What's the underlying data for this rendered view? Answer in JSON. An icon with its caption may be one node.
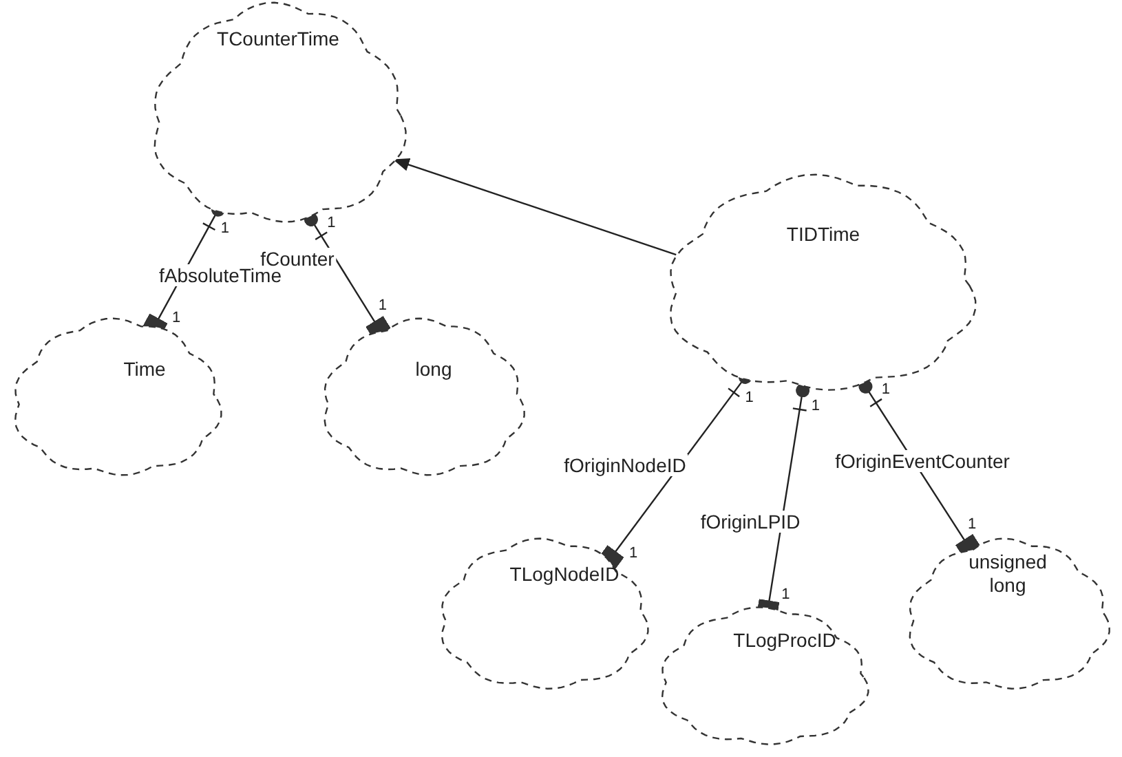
{
  "diagram": {
    "nodes": [
      {
        "text": [
          "TCounterTime"
        ]
      },
      {
        "text": [
          "Time"
        ]
      },
      {
        "text": [
          "long"
        ]
      },
      {
        "text": [
          "TIDTime"
        ]
      },
      {
        "text": [
          "TLogNodeID"
        ]
      },
      {
        "text": [
          "TLogProcID"
        ]
      },
      {
        "text": [
          "unsigned long"
        ]
      }
    ],
    "edges": [
      {
        "from": 3,
        "to": 0,
        "arrow": "to"
      },
      {
        "from": 0,
        "to": 1,
        "arrow": "other",
        "label": "fAbsoluteTime"
      },
      {
        "from": 0,
        "to": 2,
        "arrow": "other",
        "label": "fCounter"
      },
      {
        "from": 3,
        "to": 4,
        "arrow": "other",
        "label": "fOriginNodeID"
      },
      {
        "from": 3,
        "to": 5,
        "arrow": "other",
        "label": "fOriginLPID"
      },
      {
        "from": 3,
        "to": 6,
        "arrow": "other",
        "label": "fOriginEventCounter"
      }
    ],
    "labels": [
      "1",
      "1",
      "1",
      "1",
      "1",
      "1",
      "1",
      "1",
      "1",
      "1"
    ]
  }
}
